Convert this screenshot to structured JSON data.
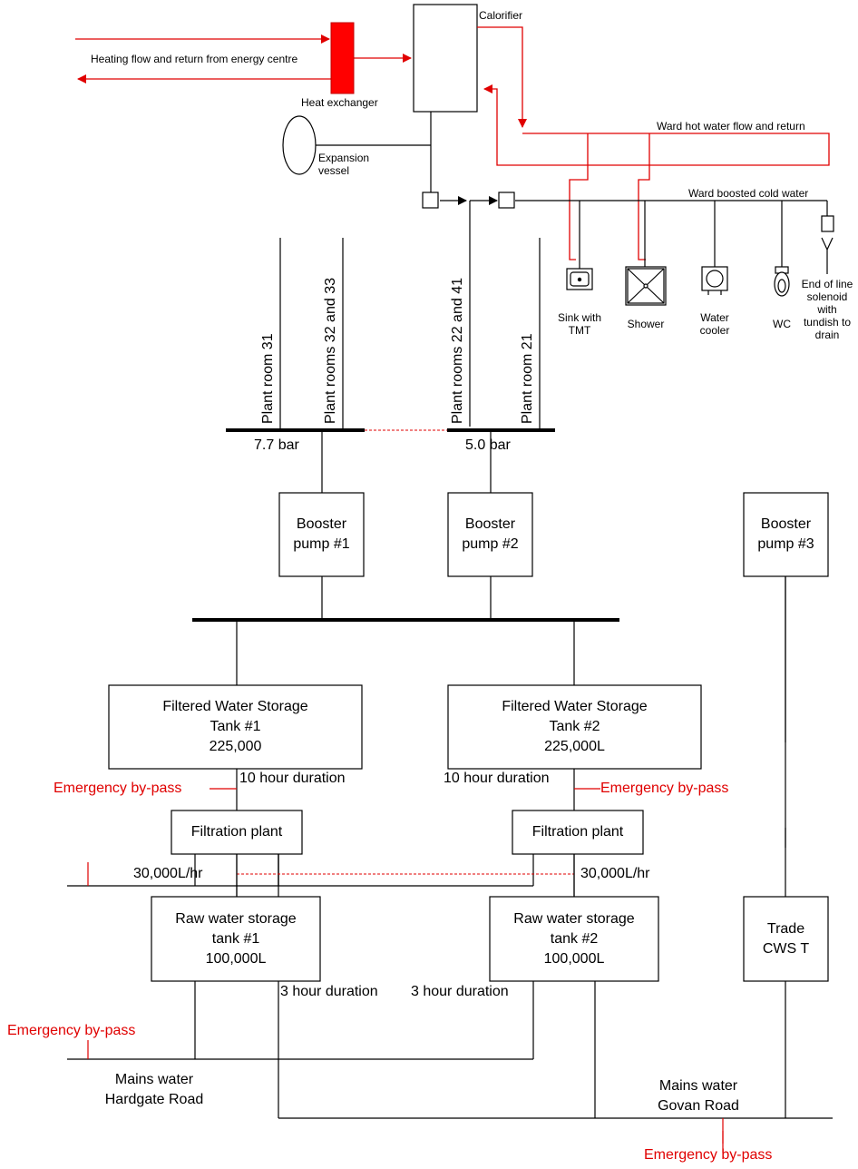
{
  "colors": {
    "line": "#000000",
    "hot": "#e00000",
    "fill_exchanger": "#ff0000"
  },
  "hot_water": {
    "heating_flow": "Heating flow and return from energy centre",
    "heat_exchanger": "Heat exchanger",
    "calorifier": "Calorifier",
    "expansion_vessel": [
      "Expansion",
      "vessel"
    ],
    "ward_hot": "Ward hot water flow and return",
    "ward_cold": "Ward boosted cold water"
  },
  "outlets": {
    "sink": [
      "Sink with",
      "TMT"
    ],
    "shower": "Shower",
    "water_cooler": [
      "Water",
      "cooler"
    ],
    "wc": "WC",
    "solenoid": [
      "End of line",
      "solenoid",
      "with",
      "tundish to",
      "drain"
    ]
  },
  "plant_rooms": {
    "pr31": "Plant room 31",
    "pr3233": "Plant rooms 32 and 33",
    "pr2241": "Plant rooms 22 and 41",
    "pr21": "Plant room 21"
  },
  "pressures": {
    "left": "7.7 bar",
    "right": "5.0 bar"
  },
  "boosters": {
    "b1": [
      "Booster",
      "pump #1"
    ],
    "b2": [
      "Booster",
      "pump #2"
    ],
    "b3": [
      "Booster",
      "pump #3"
    ]
  },
  "filtered_tanks": {
    "t1": [
      "Filtered Water Storage",
      "Tank #1",
      "225,000"
    ],
    "t2": [
      "Filtered Water Storage",
      "Tank #2",
      "225,000L"
    ],
    "d1": "10 hour duration",
    "d2": "10 hour duration"
  },
  "bypass": {
    "b1": "Emergency by-pass",
    "b2": "Emergency by-pass",
    "b3": "Emergency by-pass",
    "b4": "Emergency by-pass"
  },
  "filtration": {
    "f1": "Filtration plant",
    "f2": "Filtration plant",
    "r1": "30,000L/hr",
    "r2": "30,000L/hr"
  },
  "raw_tanks": {
    "r1": [
      "Raw water storage",
      "tank #1",
      "100,000L"
    ],
    "r2": [
      "Raw water storage",
      "tank #2",
      "100,000L"
    ],
    "d1": "3 hour duration",
    "d2": "3 hour duration"
  },
  "trade": [
    "Trade",
    "CWS T"
  ],
  "mains": {
    "hardgate": [
      "Mains water",
      "Hardgate Road"
    ],
    "govan": [
      "Mains water",
      "Govan Road"
    ]
  }
}
